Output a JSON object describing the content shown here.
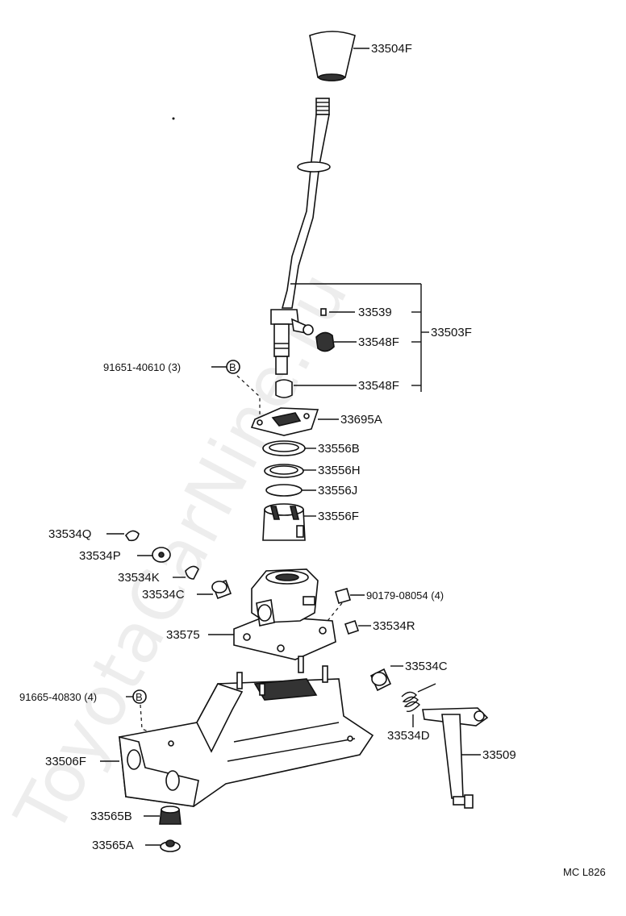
{
  "labels": {
    "knob": "33504F",
    "plug": "33539",
    "lever_assy": "33503F",
    "bush_upper": "33548F",
    "bush_lower": "33548F",
    "bolt_b": "91651-40610 (3)",
    "b_mark": "B",
    "retainer_plate": "33695A",
    "seat_b": "33556B",
    "seat_h": "33556H",
    "ring_j": "33556J",
    "seat_f": "33556F",
    "clip_q": "33534Q",
    "washer_p": "33534P",
    "pin_k": "33534K",
    "bush_c_left": "33534C",
    "bolt_c": "90179-08054 (4)",
    "retainer": "33575",
    "bush_r": "33534R",
    "bush_c_right": "33534C",
    "bolt_a": "91665-40830 (4)",
    "spring_d": "33534D",
    "housing": "33506F",
    "lever_sub": "33509",
    "cushion_b": "33565B",
    "cushion_a": "33565A",
    "footer_code": "MC L826"
  },
  "watermark": "ToyotaCarNine.ru"
}
